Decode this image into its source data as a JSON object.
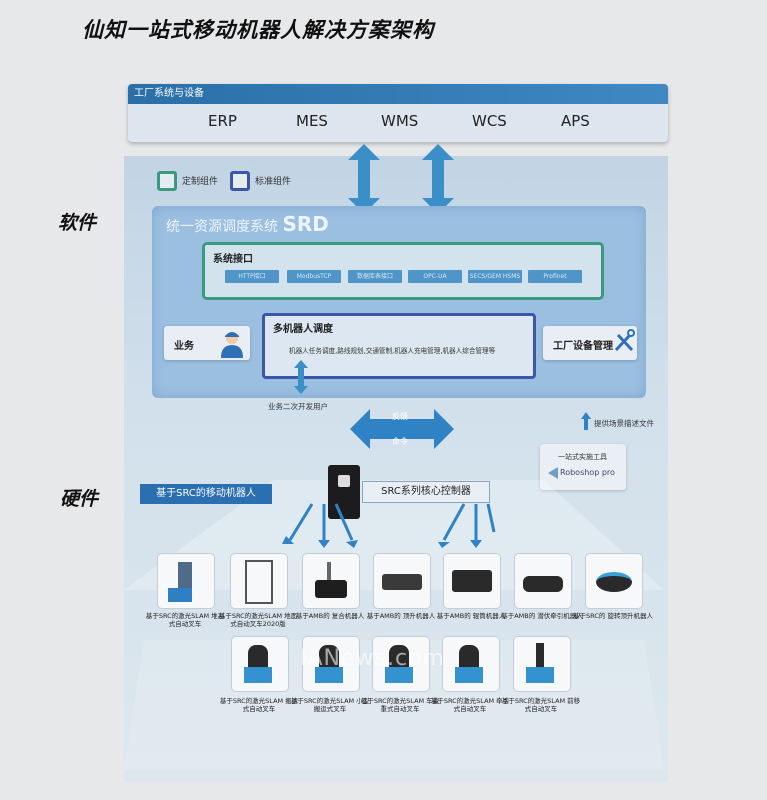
{
  "title": "仙知一站式移动机器人解决方案架构",
  "side_labels": {
    "software": "软件",
    "hardware": "硬件"
  },
  "factory": {
    "header": "工厂系统与设备",
    "systems": [
      "ERP",
      "MES",
      "WMS",
      "WCS",
      "APS"
    ]
  },
  "legend": {
    "custom": "定制组件",
    "standard": "标准组件"
  },
  "legend_colors": {
    "custom": "#3a9a7f",
    "standard": "#3c56a8"
  },
  "srd": {
    "title": "统一资源调度系统",
    "abbr": "SRD"
  },
  "interface": {
    "title": "系统接口",
    "chips": [
      "HTTP接口",
      "ModbusTCP",
      "数据库表接口",
      "OPC-UA",
      "SECS/GEM HSMS",
      "Profinet"
    ]
  },
  "business": {
    "label": "业务",
    "note": "业务二次开发用户"
  },
  "multi_robot": {
    "title": "多机器人调度",
    "desc": "机器人任务调度,路线规划,交通管制,机器人充电管理,机器人综合管理等"
  },
  "equipment": {
    "label": "工厂设备管理"
  },
  "feedback": {
    "top": "反馈",
    "bottom": "命令"
  },
  "scene_note": "提供场景描述文件",
  "tool": {
    "line1": "一站式实施工具",
    "line2": "Roboshop pro"
  },
  "hardware_tag": "基于SRC的移动机器人",
  "core_controller": "SRC系列核心控制器",
  "robots_row1": [
    {
      "cap": "基于SRC的激光SLAM 堆高式自动叉车"
    },
    {
      "cap": "基于SRC的激光SLAM 地面式自动叉车2020版"
    },
    {
      "cap": "基于AMB的 复合机器人"
    },
    {
      "cap": "基于AMB的 顶升机器人"
    },
    {
      "cap": "基于AMB的 辊筒机器人"
    },
    {
      "cap": "基于AMB的 潜伏牵引机器人"
    },
    {
      "cap": "基于SRC的 旋转顶升机器人"
    }
  ],
  "robots_row2": [
    {
      "cap": "基于SRC的激光SLAM 搬运式自动叉车"
    },
    {
      "cap": "基于SRC的激光SLAM 小型搬运式叉车"
    },
    {
      "cap": "基于SRC的激光SLAM 车载重式自动叉车"
    },
    {
      "cap": "基于SRC的激光SLAM 牵引式自动叉车"
    },
    {
      "cap": "基于SRC的激光SLAM 前移式自动叉车"
    }
  ],
  "watermark": "IANews.com"
}
